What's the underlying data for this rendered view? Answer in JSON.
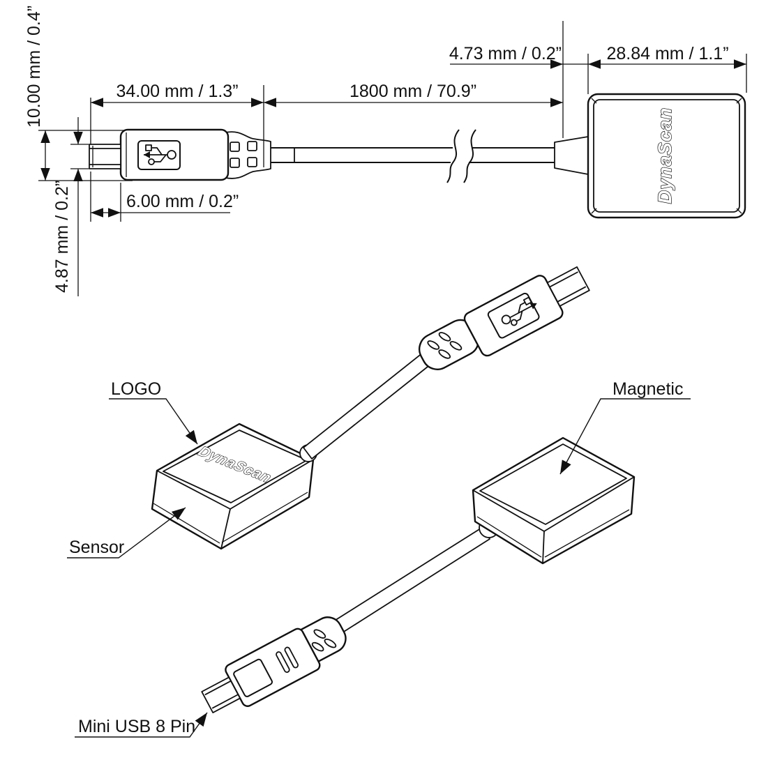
{
  "drawing": {
    "brand": "DynaScan",
    "line_color": "#111111",
    "background": "#ffffff",
    "dimensions": {
      "connector_height": "10.00 mm / 0.4”",
      "tip_height": "4.87 mm / 0.2”",
      "connector_length": "34.00 mm / 1.3”",
      "cable_length": "1800 mm / 70.9”",
      "neck_length": "4.73 mm / 0.2”",
      "sensor_width": "28.84 mm / 1.1”",
      "tip_length": "6.00 mm / 0.2”"
    },
    "labels": {
      "logo": "LOGO",
      "sensor": "Sensor",
      "magnetic": "Magnetic",
      "mini_usb": "Mini USB 8 Pin"
    }
  }
}
